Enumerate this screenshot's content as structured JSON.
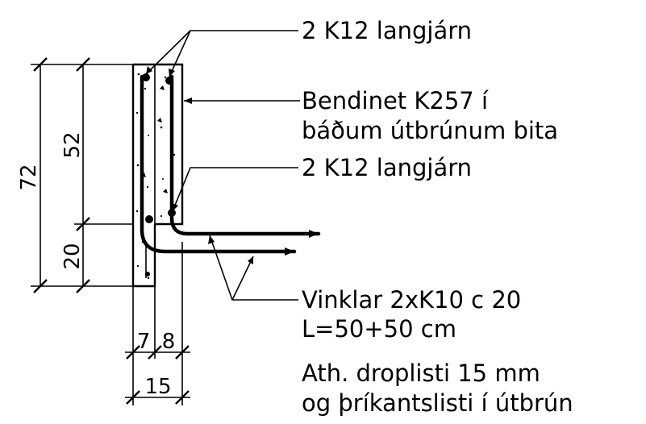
{
  "labels": {
    "top_longitudinal": "2 K12 langjárn",
    "mesh_line1": "Bendinet K257 í",
    "mesh_line2": "báðum útbrúnum bita",
    "mid_longitudinal": "2 K12 langjárn",
    "stirrups_line1": "Vinklar 2xK10 c 20",
    "stirrups_line2": "L=50+50 cm",
    "note_line1": "Ath. droplisti 15 mm",
    "note_line2": "og þríkantslisti í útbrún"
  },
  "dimensions": {
    "total_height": "72",
    "upper_height": "52",
    "lower_height": "20",
    "width_left": "7",
    "width_right": "8",
    "total_width": "15"
  }
}
